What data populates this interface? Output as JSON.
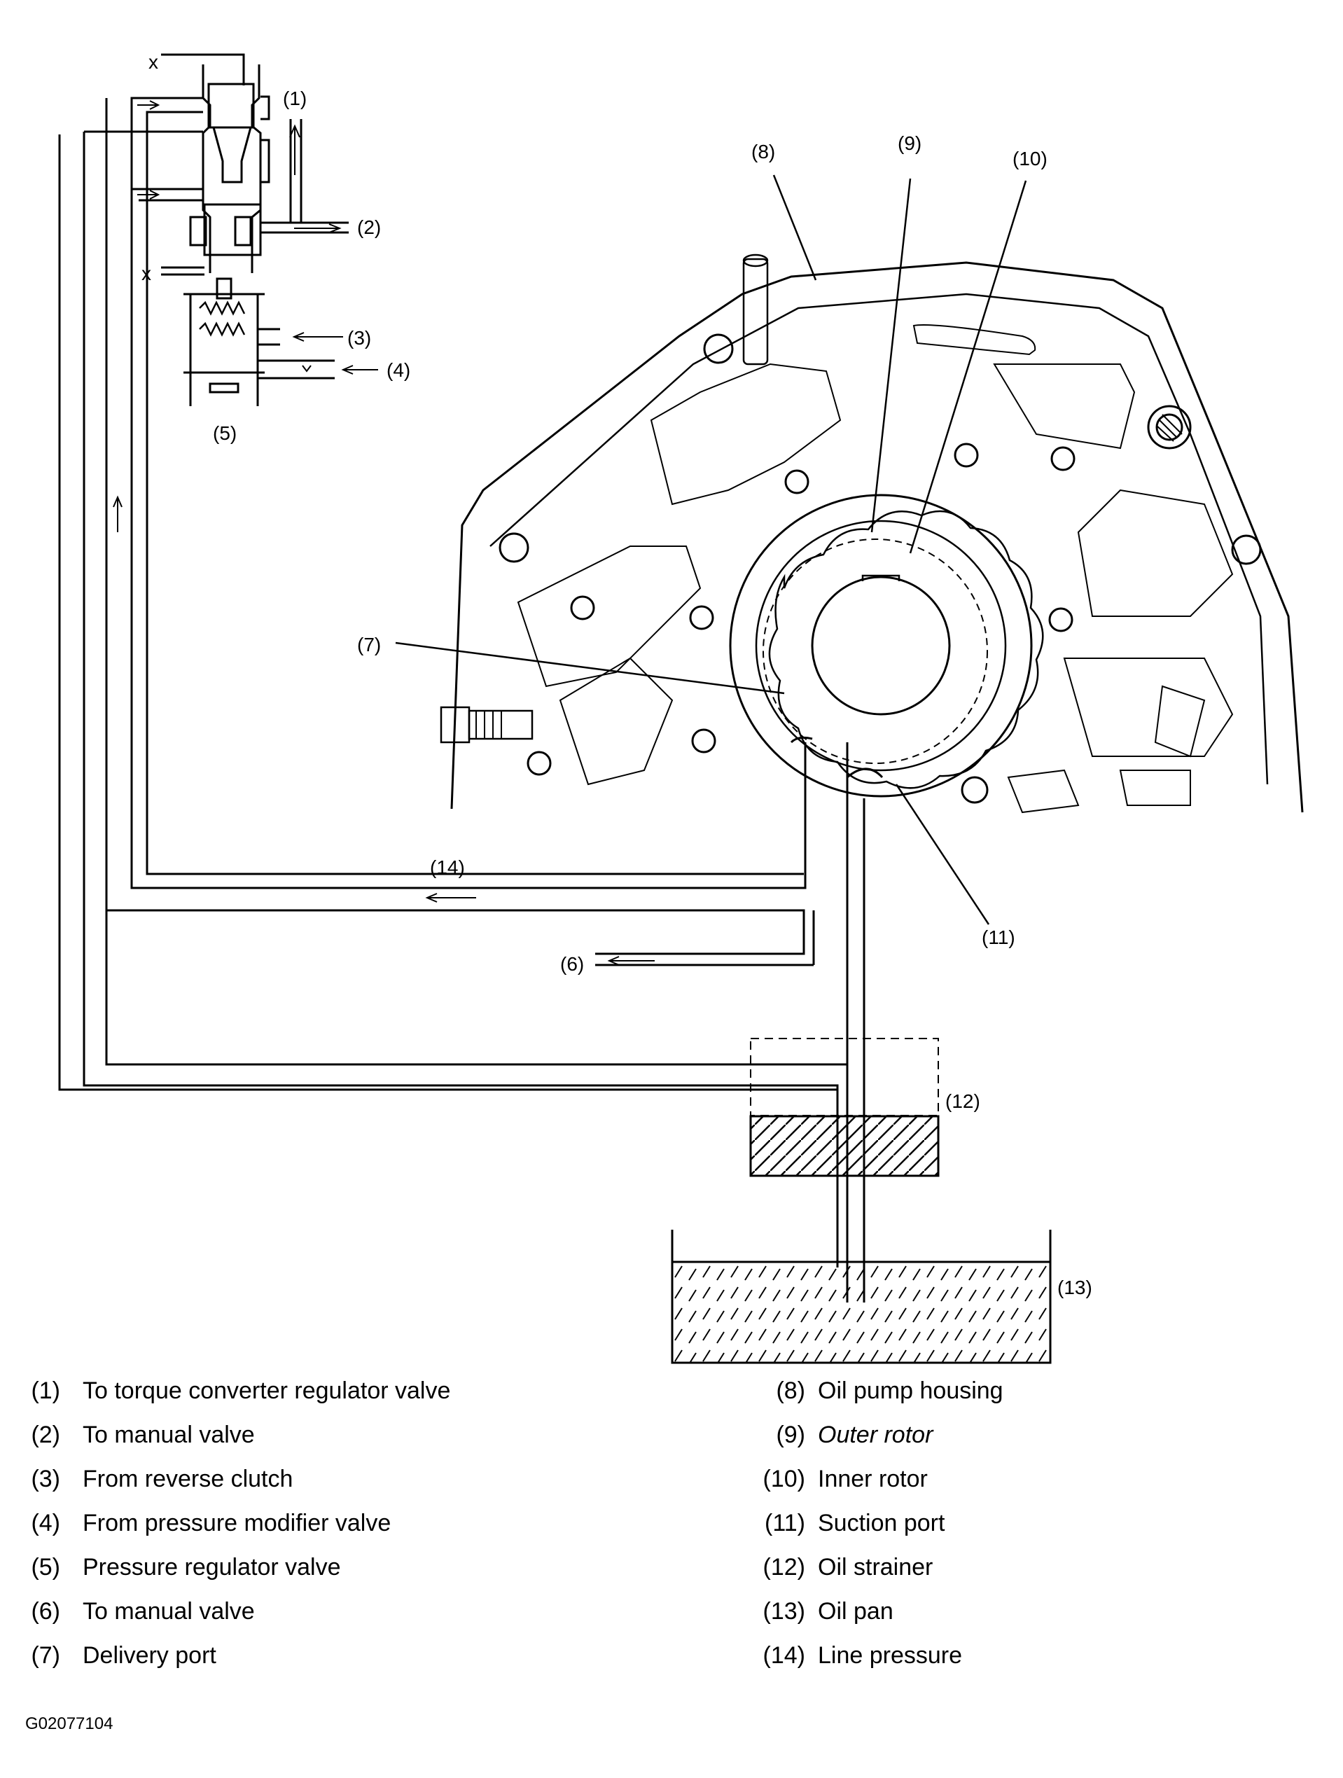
{
  "callouts": {
    "c1": "(1)",
    "c2": "(2)",
    "c3": "(3)",
    "c4": "(4)",
    "c5": "(5)",
    "c6": "(6)",
    "c7": "(7)",
    "c8": "(8)",
    "c9": "(9)",
    "c10": "(10)",
    "c11": "(11)",
    "c12": "(12)",
    "c13": "(13)",
    "c14": "(14)",
    "x_top": "x",
    "x_mid": "x"
  },
  "legend_left": [
    {
      "num": "(1)",
      "text": "To torque converter regulator valve"
    },
    {
      "num": "(2)",
      "text": "To manual valve"
    },
    {
      "num": "(3)",
      "text": "From reverse clutch"
    },
    {
      "num": "(4)",
      "text": "From pressure modifier valve"
    },
    {
      "num": "(5)",
      "text": "Pressure regulator valve"
    },
    {
      "num": "(6)",
      "text": "To manual valve"
    },
    {
      "num": "(7)",
      "text": "Delivery port"
    }
  ],
  "legend_right": [
    {
      "num": "(8)",
      "text": "Oil pump housing"
    },
    {
      "num": "(9)",
      "text": "Outer rotor"
    },
    {
      "num": "(10)",
      "text": "Inner rotor"
    },
    {
      "num": "(11)",
      "text": "Suction port"
    },
    {
      "num": "(12)",
      "text": "Oil strainer"
    },
    {
      "num": "(13)",
      "text": "Oil pan"
    },
    {
      "num": "(14)",
      "text": "Line pressure"
    }
  ],
  "figure_code": "G02077104"
}
